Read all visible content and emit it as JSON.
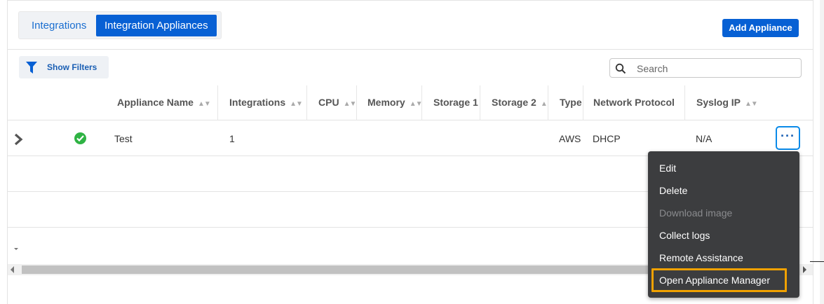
{
  "tabs": [
    {
      "label": "Integrations",
      "active": false
    },
    {
      "label": "Integration Appliances",
      "active": true
    }
  ],
  "toolbar": {
    "add_appliance_label": "Add Appliance",
    "show_filters_label": "Show Filters"
  },
  "search": {
    "placeholder": "Search",
    "value": ""
  },
  "table": {
    "columns": [
      "Appliance Name",
      "Integrations",
      "CPU",
      "Memory",
      "Storage 1",
      "Storage 2",
      "Type",
      "Network Protocol",
      "Syslog IP"
    ],
    "rows": [
      {
        "status": "success",
        "appliance_name": "Test",
        "integrations": "1",
        "cpu": "",
        "memory": "",
        "storage1": "",
        "storage2": "",
        "type": "AWS",
        "network_protocol": "DHCP",
        "syslog_ip": "N/A"
      }
    ]
  },
  "actions_menu": {
    "trigger_icon": "more-horizontal-icon",
    "items": [
      {
        "label": "Edit",
        "disabled": false
      },
      {
        "label": "Delete",
        "disabled": false
      },
      {
        "label": "Download image",
        "disabled": true
      },
      {
        "label": "Collect logs",
        "disabled": false
      },
      {
        "label": "Remote Assistance",
        "disabled": false
      },
      {
        "label": "Open Appliance Manager",
        "disabled": false,
        "highlighted": true
      }
    ]
  },
  "colors": {
    "accent": "#0760d4",
    "link": "#1a6ed0",
    "menu_bg": "#3c3d3f",
    "highlight": "#f0a100",
    "success": "#2fb344"
  }
}
